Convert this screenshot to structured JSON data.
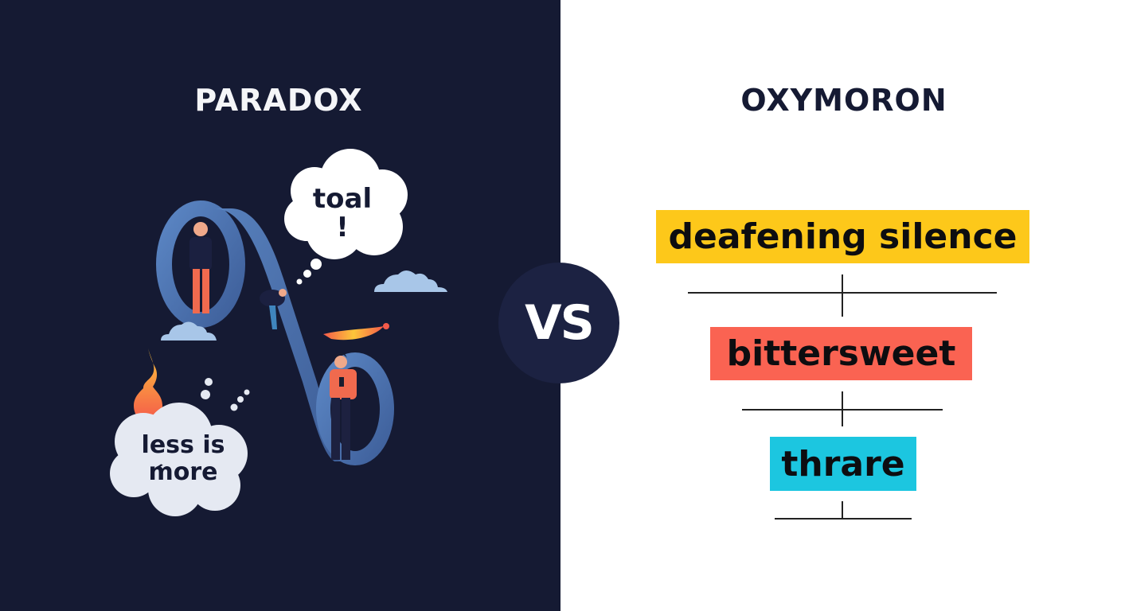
{
  "left_panel": {
    "title": "PARADOX",
    "background": "#151a33",
    "thought_bubble_top": {
      "line1": "toal",
      "line2": "!"
    },
    "thought_bubble_bottom": {
      "line1": "less is",
      "line2": "more"
    }
  },
  "vs_badge": {
    "label": "VS"
  },
  "right_panel": {
    "title": "OXYMORON",
    "examples": [
      {
        "text": "deafening silence",
        "color": "#fdc81a"
      },
      {
        "text": "bittersweet",
        "color": "#fa6352"
      },
      {
        "text": "thrare",
        "color": "#1cc6e0"
      }
    ]
  }
}
